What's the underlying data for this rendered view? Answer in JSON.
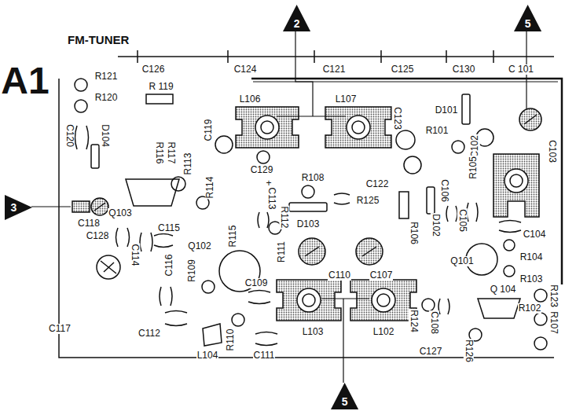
{
  "diagram": {
    "title": "FM-TUNER",
    "nodes": [
      {
        "text": [
          "2"
        ]
      },
      {
        "text": [
          "5"
        ]
      },
      {
        "text": [
          "3"
        ]
      },
      {
        "text": [
          "5"
        ]
      }
    ],
    "labels": [
      "A1",
      "R121",
      "R120",
      "C126",
      "C124",
      "C121",
      "C125",
      "C130",
      "C 101",
      "R 119",
      "C120",
      "D104",
      "R116",
      "R117",
      "R113",
      "R114",
      "C119",
      "L106",
      "L107",
      "C123",
      "R101",
      "D101",
      "C102",
      "C103",
      "C129",
      "+",
      "R108",
      "C122",
      "R105",
      "C113",
      "R125",
      "C106",
      "R112",
      "D103",
      "R106",
      "D102",
      "C105",
      "C104",
      "R115",
      "R111",
      "C118",
      "C128",
      "C115",
      "Q103",
      "C114",
      "Q102",
      "R109",
      "C116",
      "C110",
      "C107",
      "Q101",
      "R104",
      "R103",
      "C109",
      "Q 104",
      "R102",
      "R123",
      "R107",
      "C117",
      "C112",
      "L104",
      "R110",
      "C111",
      "L103",
      "L102",
      "R124",
      "C108",
      "R126",
      "C127"
    ]
  }
}
